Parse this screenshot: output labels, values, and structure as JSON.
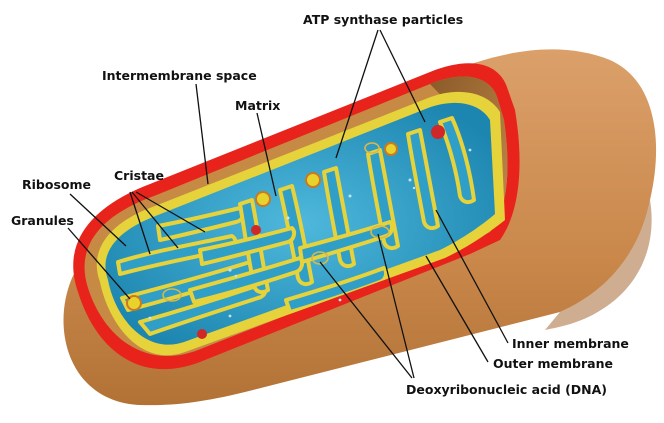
{
  "labels": {
    "atp": "ATP synthase particles",
    "intermembrane": "Intermembrane space",
    "matrix": "Matrix",
    "ribosome": "Ribosome",
    "cristae": "Cristae",
    "granules": "Granules",
    "inner": "Inner membrane",
    "outer": "Outer membrane",
    "dna": "Deoxyribonucleic acid (DNA)"
  },
  "colors": {
    "outer_body": "#c9874a",
    "outer_shadow": "#a86a34",
    "outer_membrane": "#e8231c",
    "intermembrane": "#c78a44",
    "matrix": "#2f9fc8",
    "inner_membrane": "#e6d23a",
    "granule": "#e8d22c",
    "ribosome": "#d02828"
  }
}
